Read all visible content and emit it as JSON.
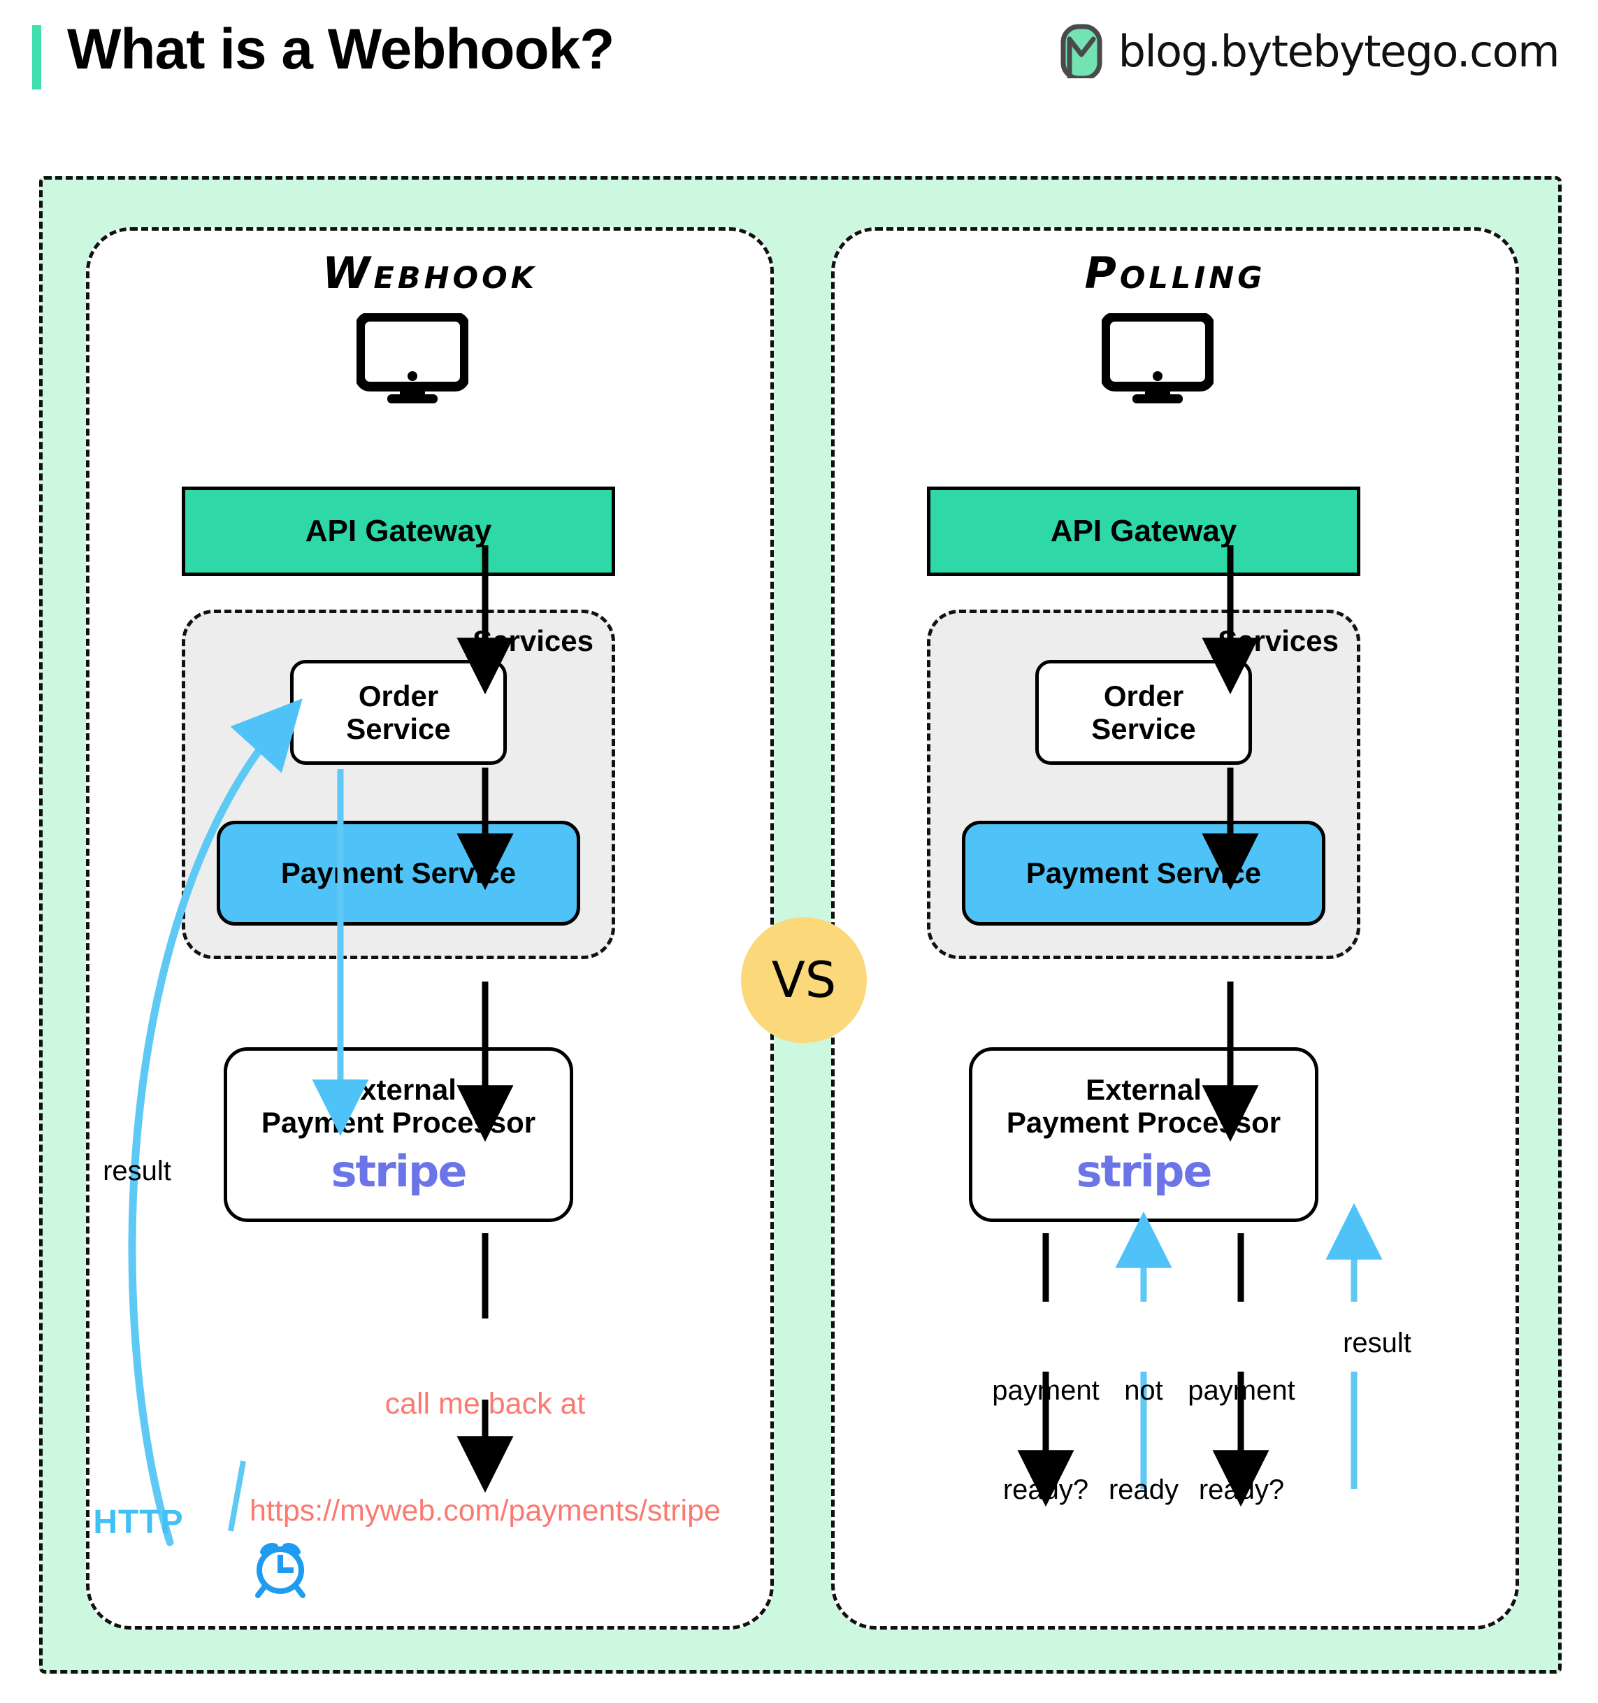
{
  "header": {
    "title": "What is a Webhook?",
    "brand_text": "blog.bytebytego.com",
    "accent_color": "#3fe0b0"
  },
  "canvas": {
    "background": "#cdf8e0",
    "panel_background": "#ffffff"
  },
  "vs_badge": {
    "label": "VS",
    "color": "#fbd87a"
  },
  "panels": [
    {
      "id": "webhook",
      "title": "Webhook",
      "nodes": {
        "client_icon": "desktop-monitor-icon",
        "gateway": "API Gateway",
        "services_label": "Services",
        "order_service_line1": "Order",
        "order_service_line2": "Service",
        "payment_service": "Payment Service",
        "external_line1": "External",
        "external_line2": "Payment Processor",
        "external_logo": "stripe"
      },
      "annotations": {
        "callback_line1": "call me back at",
        "callback_line2": "https://myweb.com/payments/stripe",
        "result": "result",
        "http": "HTTP",
        "clock_icon": "alarm-clock-icon"
      }
    },
    {
      "id": "polling",
      "title": "Polling",
      "nodes": {
        "client_icon": "desktop-monitor-icon",
        "gateway": "API Gateway",
        "services_label": "Services",
        "order_service_line1": "Order",
        "order_service_line2": "Service",
        "payment_service": "Payment Service",
        "external_line1": "External",
        "external_line2": "Payment Processor",
        "external_logo": "stripe"
      },
      "annotations": {
        "q1_line1": "payment",
        "q1_line2": "ready?",
        "a1_line1": "not",
        "a1_line2": "ready",
        "q2_line1": "payment",
        "q2_line2": "ready?",
        "result": "result"
      }
    }
  ],
  "colors": {
    "gateway": "#2ed8a7",
    "payment_service": "#4fc3f7",
    "services_bg": "#ededed",
    "http_blue": "#3fc1f5",
    "callback_red": "#fa7a72",
    "stripe_purple": "#6c75e8"
  }
}
